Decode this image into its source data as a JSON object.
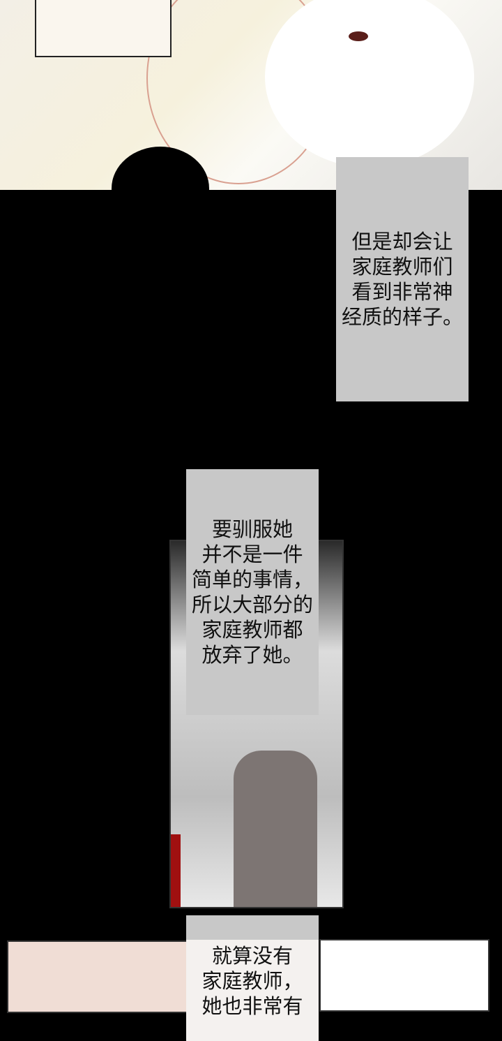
{
  "captions": [
    {
      "text": "但是却会让\n家庭教师们\n看到非常神\n经质的样子。"
    },
    {
      "text": "要驯服她\n并不是一件\n简单的事情，\n所以大部分的\n家庭教师都\n放弃了她。"
    },
    {
      "text": "就算没有\n家庭教师，\n她也非常有"
    }
  ],
  "colors": {
    "background": "#000000",
    "caption_box": "#c8c8c8",
    "caption_text": "#111111"
  }
}
